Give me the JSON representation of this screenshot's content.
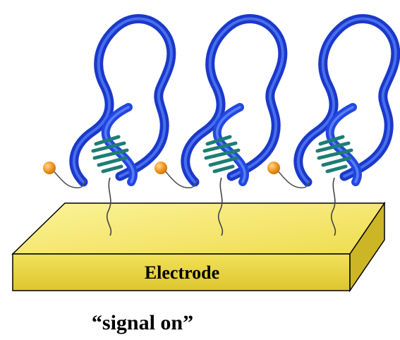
{
  "diagram": {
    "electrode_label": "Electrode",
    "caption": "“signal on”",
    "probe_count": 3,
    "colors": {
      "electrode_top": "#f7ec72",
      "electrode_front": "#e9d43c",
      "electrode_side": "#c9b21f",
      "electrode_edge": "#000000",
      "dna_strand": "#2247e0",
      "dna_strand_light": "#4f78ff",
      "base_pairs": "#1d7d74",
      "redox_label": "#f29a1e",
      "linker": "#4a4a4a"
    }
  }
}
